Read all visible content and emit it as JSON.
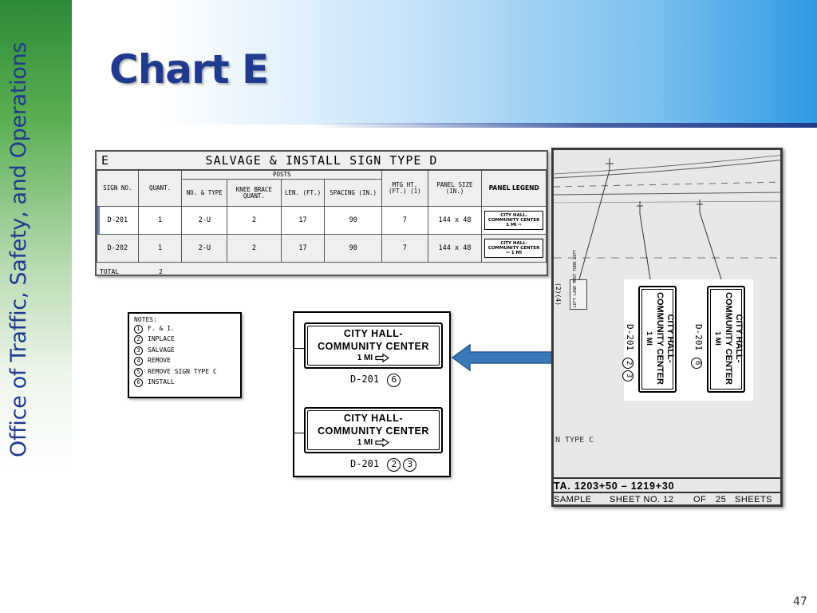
{
  "sidebar": {
    "vertical_text": "Office of Traffic, Safety, and Operations"
  },
  "slide": {
    "title": "Chart E",
    "page_number": "47"
  },
  "colors": {
    "title": "#1f3a8f",
    "sidebar_green": "#2d8a38",
    "header_blue": "#2e9ae4",
    "pointer_arrow": "#3a78b8"
  },
  "table": {
    "chart_letter": "E",
    "title": "SALVAGE & INSTALL SIGN TYPE D",
    "group_header": "POSTS",
    "headers": {
      "sign_no": "SIGN NO.",
      "quant": "QUANT.",
      "no_type": "NO. & TYPE",
      "knee_brace": "KNEE BRACE QUANT.",
      "len": "LEN. (FT.)",
      "spacing": "SPACING (IN.)",
      "mtg_ht": "MTG HT. (FT.) (1)",
      "panel_size": "PANEL SIZE (IN.)",
      "panel_legend": "PANEL LEGEND"
    },
    "rows": [
      {
        "sign_no": "D-201",
        "quant": "1",
        "no_type": "2-U",
        "knee_brace": "2",
        "len": "17",
        "spacing": "90",
        "mtg_ht": "7",
        "panel_size": "144 x 48",
        "legend_l1": "CITY HALL-",
        "legend_l2": "COMMUNITY CENTER",
        "legend_l3": "1 MI ⇨"
      },
      {
        "sign_no": "D-202",
        "quant": "1",
        "no_type": "2-U",
        "knee_brace": "2",
        "len": "17",
        "spacing": "90",
        "mtg_ht": "7",
        "panel_size": "144 x 48",
        "legend_l1": "CITY HALL-",
        "legend_l2": "COMMUNITY CENTER",
        "legend_l3": "⇦ 1 MI"
      }
    ],
    "total_label": "TOTAL",
    "total_value": "2"
  },
  "notes": {
    "heading": "NOTES:",
    "items": [
      {
        "num": "1",
        "text": "F. & I."
      },
      {
        "num": "2",
        "text": "INPLACE"
      },
      {
        "num": "3",
        "text": "SALVAGE"
      },
      {
        "num": "4",
        "text": "REMOVE"
      },
      {
        "num": "5",
        "text": "REMOVE SIGN TYPE C"
      },
      {
        "num": "6",
        "text": "INSTALL"
      }
    ]
  },
  "sign_detail": {
    "line1": "CITY HALL-",
    "line2": "COMMUNITY CENTER",
    "line3": "1 MI",
    "sign_a_id": "D-201",
    "sign_a_notes": [
      "6"
    ],
    "sign_b_id": "D-201",
    "sign_b_notes": [
      "2",
      "3"
    ]
  },
  "plan_sheet": {
    "left_turn_sign": "LEFT LANE MUST TURN LEFT",
    "small_notes": "(2)(4)",
    "sign_type_c_text": "N TYPE C",
    "station_text": "TA. 1203+50 – 1219+30",
    "sheet_label": "SAMPLE",
    "sheet_no_label": "SHEET NO. 12",
    "of_label": "OF",
    "total_sheets": "25",
    "sheets_label": "SHEETS"
  }
}
